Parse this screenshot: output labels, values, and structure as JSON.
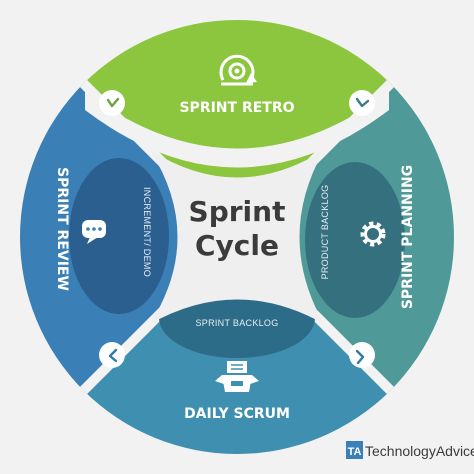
{
  "title": {
    "line1": "Sprint",
    "line2": "Cycle"
  },
  "segments": {
    "retro": {
      "label": "SPRINT RETRO",
      "color": "#8cc63f",
      "icon": "refresh-gear-icon"
    },
    "planning": {
      "label": "SPRINT PLANNING",
      "color": "#4f9a98",
      "icon": "gear-icon"
    },
    "scrum": {
      "label": "DAILY SCRUM",
      "color": "#3f8fb0",
      "icon": "box-document-icon"
    },
    "review": {
      "label": "SPRINT REVIEW",
      "color": "#3a7fb5",
      "icon": "chat-bubble-icon"
    }
  },
  "artifacts": {
    "product_backlog": "PRODUCT BACKLOG",
    "sprint_backlog": "SPRINT BACKLOG",
    "increment_demo": "INCREMENT/ DEMO"
  },
  "brand": {
    "mark": "TA",
    "name": "TechnologyAdvice"
  },
  "colors": {
    "background": "#f2f2f2",
    "center": "#efefef",
    "inner_lens": "#2f6b8a",
    "lens_planning": "#34707e",
    "lens_scrum": "#2d6c88",
    "lens_review": "#2a5f8f",
    "connector": "#ffffff",
    "text_dark": "#3b3b3b"
  }
}
